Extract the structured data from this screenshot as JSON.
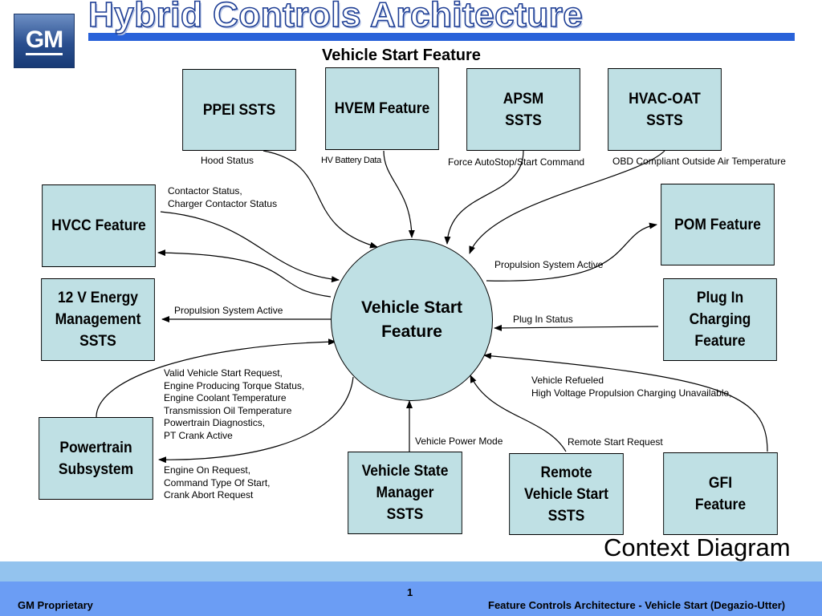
{
  "header": {
    "logo_text": "GM",
    "title": "Hybrid Controls Architecture",
    "subtitle": "Vehicle Start Feature"
  },
  "center": {
    "label": "Vehicle Start\nFeature"
  },
  "boxes": {
    "ppei": "PPEI SSTS",
    "hvem": "HVEM Feature",
    "apsm": "APSM\nSSTS",
    "hvac": "HVAC-OAT\nSSTS",
    "hvcc": "HVCC Feature",
    "pom": "POM Feature",
    "energy": "12 V Energy\nManagement\nSSTS",
    "plugin": "Plug In\nCharging\nFeature",
    "powertrain": "Powertrain\nSubsystem",
    "vsm": "Vehicle State\nManager\nSSTS",
    "remote": "Remote\nVehicle Start\nSSTS",
    "gfi": "GFI\nFeature"
  },
  "signals": {
    "hood": "Hood Status",
    "hv_battery": "HV Battery Data",
    "force_autostop": "Force AutoStop/Start Command",
    "obd_temp": "OBD Compliant Outside Air Temperature",
    "contactor": "Contactor Status,\nCharger Contactor Status",
    "prop_active_pom": "Propulsion System Active",
    "prop_active_energy": "Propulsion System Active",
    "plug_status": "Plug In Status",
    "powertrain_in": "Valid Vehicle Start Request,\nEngine Producing Torque Status,\nEngine Coolant Temperature\nTransmission Oil Temperature\nPowertrain Diagnostics,\nPT Crank Active",
    "powertrain_out": "Engine On Request,\nCommand Type Of Start,\nCrank Abort Request",
    "refueled": "Vehicle Refueled\nHigh Voltage Propulsion Charging Unavailable,",
    "power_mode": "Vehicle Power Mode",
    "remote_req": "Remote Start Request"
  },
  "context_label": "Context Diagram",
  "footer": {
    "page_number": "1",
    "left": "GM Proprietary",
    "right": "Feature Controls Architecture - Vehicle Start (Degazio-Utter)"
  },
  "colors": {
    "box_fill": "#bfe0e4",
    "title_bar": "#2962d9",
    "footer_light": "#93c3ee",
    "footer_dark": "#6b9df4"
  }
}
